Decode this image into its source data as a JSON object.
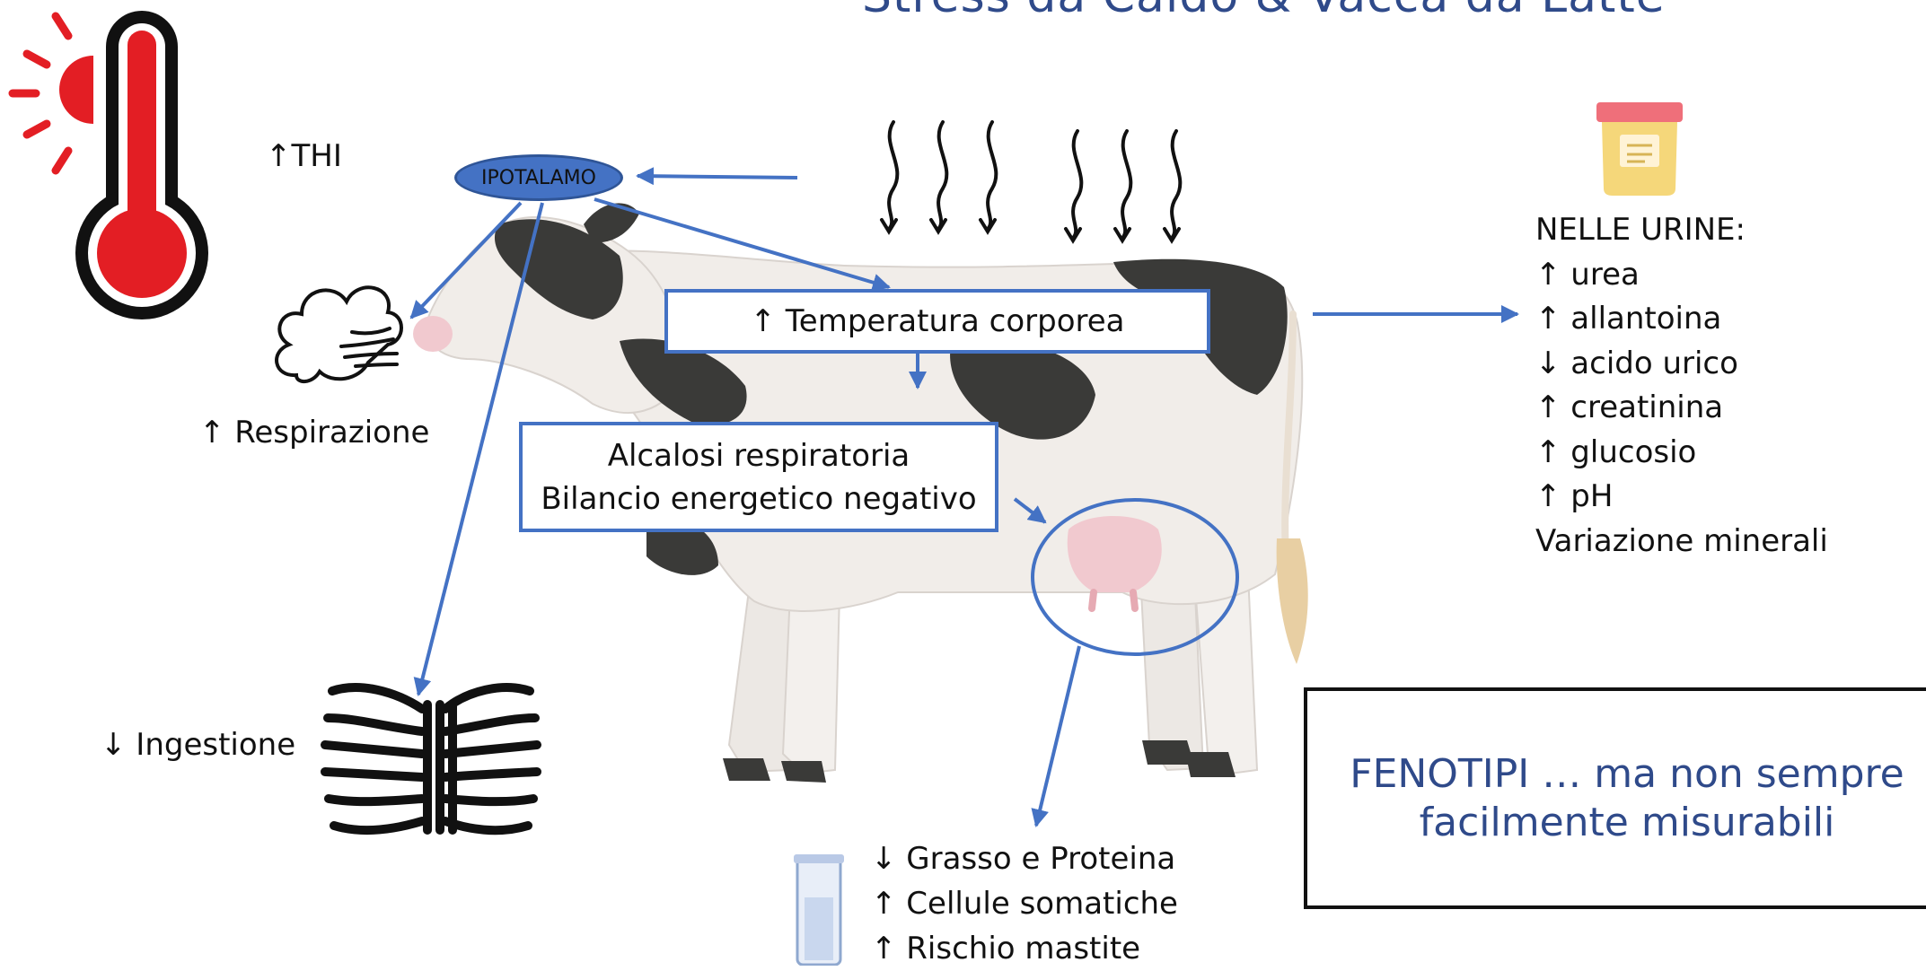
{
  "title": "Stress da Caldo & Vacca da Latte",
  "hypothalamus": "IPOTALAMO",
  "thi": "↑THI",
  "respiration": "↑ Respirazione",
  "ingestion": "↓ Ingestione",
  "body_temperature": "↑ Temperatura corporea",
  "effects_box": [
    "Alcalosi respiratoria",
    "Bilancio energetico negativo"
  ],
  "urine": {
    "heading": "NELLE URINE:",
    "items": [
      "↑ urea",
      "↑ allantoina",
      "↓ acido urico",
      "↑ creatinina",
      "↑ glucosio",
      "↑ pH",
      "Variazione minerali"
    ]
  },
  "milk": {
    "items": [
      "↓ Grasso e Proteina",
      "↑ Cellule somatiche",
      "↑ Rischio mastite"
    ]
  },
  "fenotipi": [
    "FENOTIPI … ma non sempre",
    "facilmente misurabili"
  ],
  "colors": {
    "arrow": "#4472c4",
    "accent_text": "#2f4a8a",
    "thermo_red": "#e31e24",
    "cow_patch": "#3a3a38"
  },
  "icons": [
    "thermometer-icon",
    "sun-icon",
    "breath-cloud-icon",
    "heat-waves-icon",
    "urine-cup-icon",
    "hay-bale-icon",
    "test-tube-icon",
    "cow-illustration"
  ]
}
